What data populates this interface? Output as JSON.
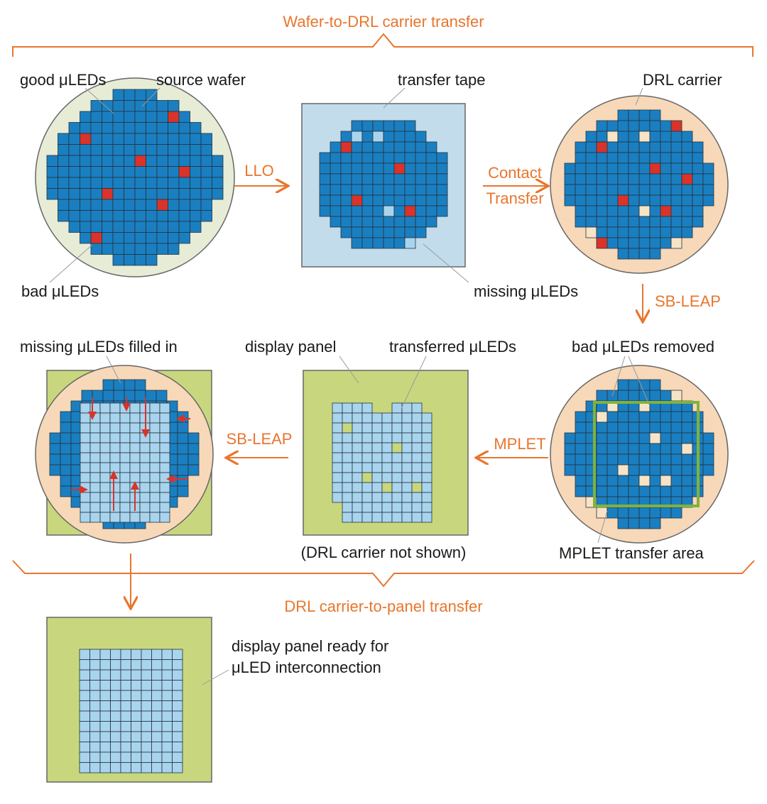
{
  "titles": {
    "top": "Wafer-to-DRL carrier transfer",
    "bottom": "DRL carrier-to-panel transfer"
  },
  "steps": {
    "llo": "LLO",
    "contact_line1": "Contact",
    "contact_line2": "Transfer",
    "sbleap_right": "SB-LEAP",
    "mplet": "MPLET",
    "sbleap_left": "SB-LEAP"
  },
  "labels": {
    "good_uleds": "good μLEDs",
    "source_wafer": "source wafer",
    "bad_uleds": "bad μLEDs",
    "transfer_tape": "transfer tape",
    "missing_uleds": "missing μLEDs",
    "drl_carrier": "DRL carrier",
    "bad_removed": "bad μLEDs removed",
    "mplet_area": "MPLET transfer area",
    "display_panel": "display panel",
    "transferred_uleds": "transferred μLEDs",
    "drl_not_shown": "(DRL carrier not shown)",
    "missing_filled": "missing μLEDs filled in",
    "ready_line1": "display panel ready for",
    "ready_line2": "μLED interconnection"
  },
  "colors": {
    "accent": "#e8762d",
    "good_led": "#1a7fc1",
    "bad_led": "#d9332a",
    "light_led": "#a9d4ee",
    "panel": "#c8d77e",
    "wafer": "#e6ecd6",
    "tape": "#c2dcec",
    "carrier": "#f7d8b8",
    "missing": "#f7e3c6",
    "transfer_area": "#7fb33c"
  }
}
